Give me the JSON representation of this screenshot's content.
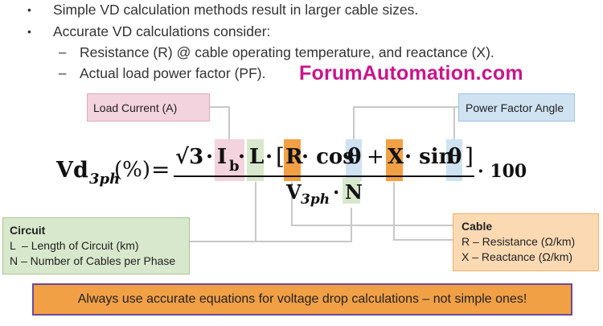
{
  "bullets": [
    {
      "marker": "•",
      "text": "Simple VD calculation methods result in larger cable sizes."
    },
    {
      "marker": "•",
      "text": "Accurate VD calculations consider:"
    }
  ],
  "sub_bullets": [
    {
      "marker": "–",
      "text": "Resistance (R) @ cable operating temperature, and reactance (X)."
    },
    {
      "marker": "–",
      "text": "Actual load power factor (PF)."
    }
  ],
  "watermark": "ForumAutomation.com",
  "labels": {
    "load_current": "Load Current (A)",
    "power_factor_angle": "Power Factor Angle"
  },
  "circuit": {
    "title": "Circuit",
    "line1": "L  – Length of Circuit (km)",
    "line2": "N – Number of Cables per Phase"
  },
  "cable": {
    "title": "Cable",
    "line1": "R – Resistance (Ω/km)",
    "line2": "X – Reactance (Ω/km)"
  },
  "formula": {
    "vd": "Vd",
    "vd_sub": "3ph",
    "vd_unit": "(%)",
    "equals": "=",
    "sqrt": "√3",
    "dot1": "·",
    "ib": "I",
    "ib_sub": "b",
    "dot2": "·",
    "l": "L",
    "dot3": "·",
    "lbracket": "[",
    "r": "R",
    "cos": "· cos",
    "theta1": "θ",
    "plus": "+",
    "x": "X",
    "sin": "· sin",
    "theta2": "θ",
    "rbracket": "]",
    "den_v": "V",
    "den_sub": "3ph",
    "den_dot": "·",
    "den_n": "N",
    "times100": "· 100"
  },
  "banner": "Always use accurate equations for voltage drop calculations – not simple ones!",
  "colors": {
    "pink": "#f3d3dd",
    "green": "#d8e8cc",
    "orange": "#fbd9b3",
    "blue": "#cfe2f2",
    "brand": "#c8168c",
    "banner": "#f2a046"
  }
}
